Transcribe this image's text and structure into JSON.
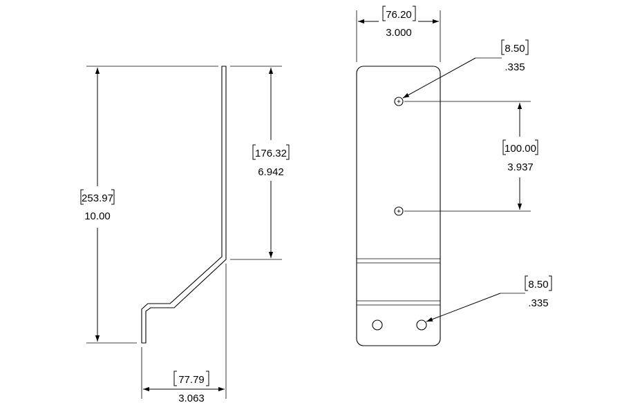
{
  "dimensions": {
    "overall_height": {
      "metric": "253.97",
      "imperial": "10.00"
    },
    "upper_height": {
      "metric": "176.32",
      "imperial": "6.942"
    },
    "offset_width": {
      "metric": "77.79",
      "imperial": "3.063"
    },
    "plate_width": {
      "metric": "76.20",
      "imperial": "3.000"
    },
    "top_hole": {
      "metric": "8.50",
      "imperial": ".335"
    },
    "hole_spacing": {
      "metric": "100.00",
      "imperial": "3.937"
    },
    "bottom_hole": {
      "metric": "8.50",
      "imperial": ".335"
    }
  }
}
